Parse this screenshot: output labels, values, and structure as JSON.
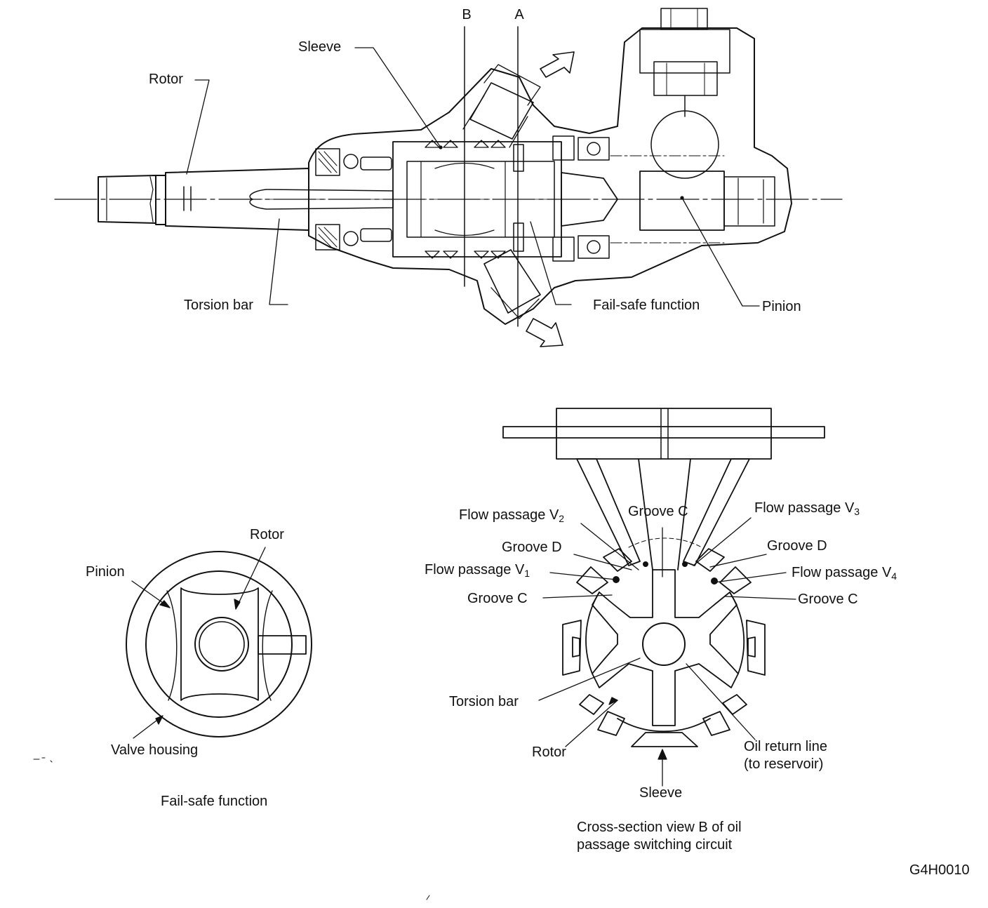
{
  "top_view": {
    "section_b": "B",
    "section_a": "A",
    "sleeve": "Sleeve",
    "rotor": "Rotor",
    "torsion_bar": "Torsion bar",
    "fail_safe_function": "Fail-safe function",
    "pinion": "Pinion"
  },
  "fail_safe_view": {
    "rotor": "Rotor",
    "pinion": "Pinion",
    "valve_housing": "Valve housing",
    "caption": "Fail-safe function"
  },
  "cross_section_view": {
    "flow_v2": {
      "text": "Flow passage V",
      "sub": "2"
    },
    "flow_v3": {
      "text": "Flow passage V",
      "sub": "3"
    },
    "flow_v1": {
      "text": "Flow passage V",
      "sub": "1"
    },
    "flow_v4": {
      "text": "Flow passage V",
      "sub": "4"
    },
    "groove_c_top": "Groove C",
    "groove_d_left": "Groove D",
    "groove_d_right": "Groove D",
    "groove_c_left": "Groove C",
    "groove_c_right": "Groove C",
    "torsion_bar": "Torsion bar",
    "rotor": "Rotor",
    "oil_return_line_1": "Oil return line",
    "oil_return_line_2": "(to reservoir)",
    "sleeve": "Sleeve",
    "caption_line_1": "Cross-section view B of oil",
    "caption_line_2": "passage switching circuit"
  },
  "figure_id": "G4H0010",
  "colors": {
    "ink": "#111111",
    "paper": "#ffffff"
  }
}
